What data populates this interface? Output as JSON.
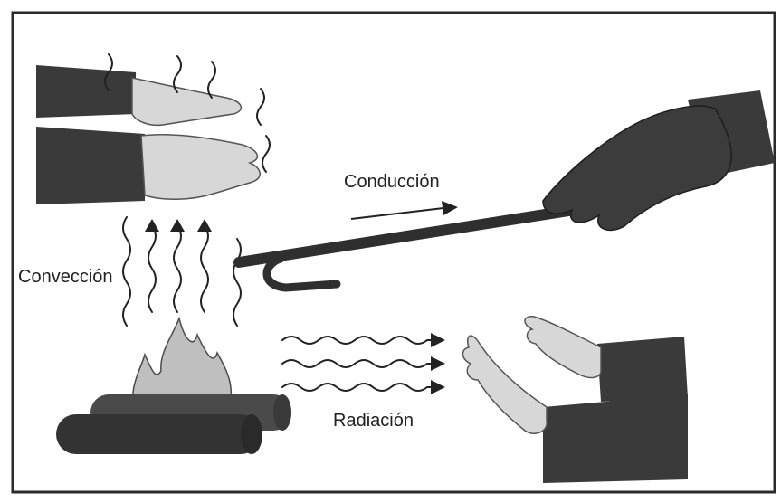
{
  "labels": {
    "conduction": "Conducción",
    "convection": "Convección",
    "radiation": "Radiación"
  },
  "colors": {
    "frame": "#2a2a2a",
    "sleeve": "#3a3a3a",
    "hand": "#d7d7d7",
    "rod": "#2f2f2f",
    "log": "#3c3c3c",
    "flame": "#bfbfbf",
    "arrow": "#222222"
  },
  "icons": [
    "hand-icon",
    "glove-icon",
    "fire-icon",
    "wave-arrow-icon",
    "rod-icon"
  ]
}
